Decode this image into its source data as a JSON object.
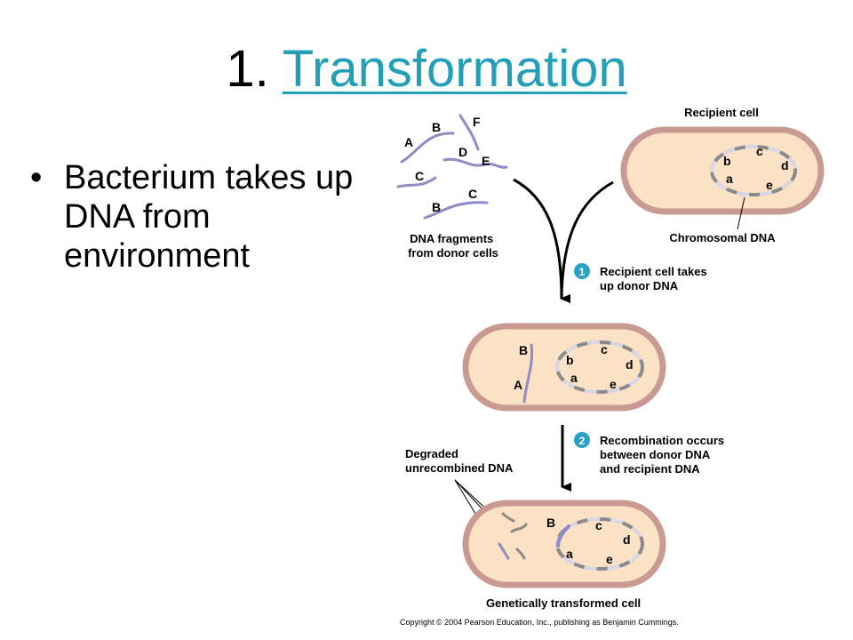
{
  "slide": {
    "number": "1.",
    "title_link": "Transformation",
    "bullets": [
      "Bacterium takes up DNA from environment"
    ]
  },
  "figure": {
    "labels": {
      "recipient_cell": "Recipient cell",
      "chromosomal_dna": "Chromosomal DNA",
      "dna_fragments": [
        "DNA fragments",
        "from donor cells"
      ],
      "degraded": [
        "Degraded",
        "unrecombined DNA"
      ],
      "transformed_cell": "Genetically transformed cell"
    },
    "steps": [
      {
        "number": "1",
        "text": [
          "Recipient cell takes",
          "up donor DNA"
        ]
      },
      {
        "number": "2",
        "text": [
          "Recombination occurs",
          "between donor DNA",
          "and recipient DNA"
        ]
      }
    ],
    "genes": {
      "fragments": [
        "A",
        "B",
        "F",
        "D",
        "E",
        "C",
        "C",
        "B"
      ],
      "recipient": [
        "b",
        "c",
        "d",
        "a",
        "e"
      ],
      "middle_donor": [
        "B",
        "A"
      ],
      "middle_chromosome": [
        "b",
        "c",
        "d",
        "a",
        "e"
      ],
      "final": [
        "B",
        "c",
        "d",
        "a",
        "e"
      ]
    },
    "colors": {
      "cell_fill": "#fbe2c4",
      "cell_wall": "#c89a92",
      "donor_dna": "#8e8bc6",
      "chromosome_light": "#d6d6e6",
      "chromosome_dark": "#8a8a8a",
      "step_badge": "#2aa0c6"
    }
  },
  "copyright": "Copyright © 2004 Pearson Education, Inc., publishing as Benjamin Cummings."
}
